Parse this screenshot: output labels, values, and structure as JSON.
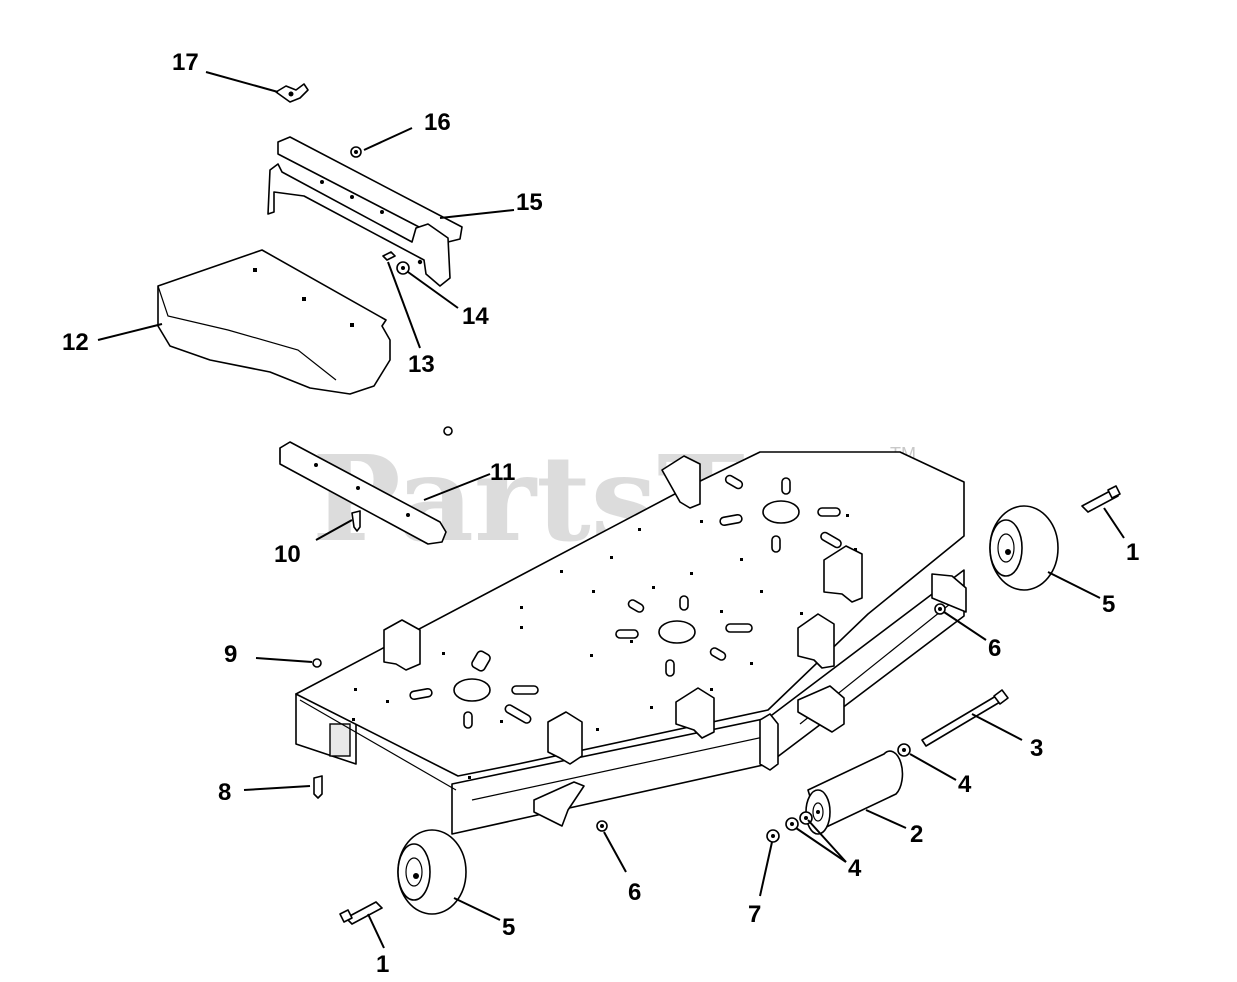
{
  "watermark": {
    "text": "PartsTree",
    "trademark": "TM"
  },
  "callouts": {
    "c1a": "1",
    "c1b": "1",
    "c2": "2",
    "c3": "3",
    "c4a": "4",
    "c4b": "4",
    "c5a": "5",
    "c5b": "5",
    "c6a": "6",
    "c6b": "6",
    "c7": "7",
    "c8": "8",
    "c9": "9",
    "c10": "10",
    "c11": "11",
    "c12": "12",
    "c13": "13",
    "c14": "14",
    "c15": "15",
    "c16": "16",
    "c17": "17"
  },
  "colors": {
    "line": "#000000",
    "background": "#ffffff",
    "watermark": "#d6d6d6"
  }
}
